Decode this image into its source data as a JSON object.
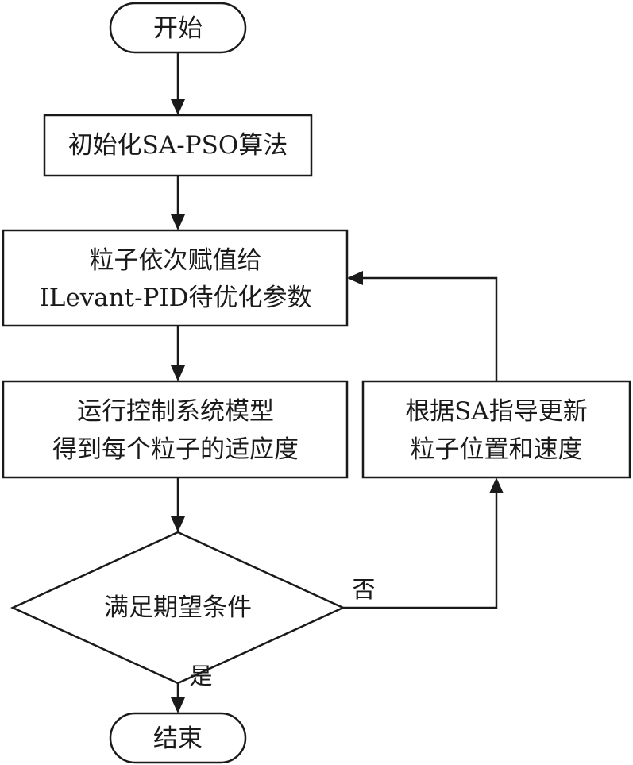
{
  "flowchart": {
    "start": {
      "label": "开始"
    },
    "init": {
      "label": "初始化SA-PSO算法"
    },
    "assign": {
      "line1": "粒子依次赋值给",
      "line2": "ILevant-PID待优化参数"
    },
    "run": {
      "line1": "运行控制系统模型",
      "line2": "得到每个粒子的适应度"
    },
    "update": {
      "line1": "根据SA指导更新",
      "line2": "粒子位置和速度"
    },
    "decision": {
      "label": "满足期望条件"
    },
    "end": {
      "label": "结束"
    },
    "edges": {
      "no_label": "否",
      "yes_label": "是"
    }
  }
}
